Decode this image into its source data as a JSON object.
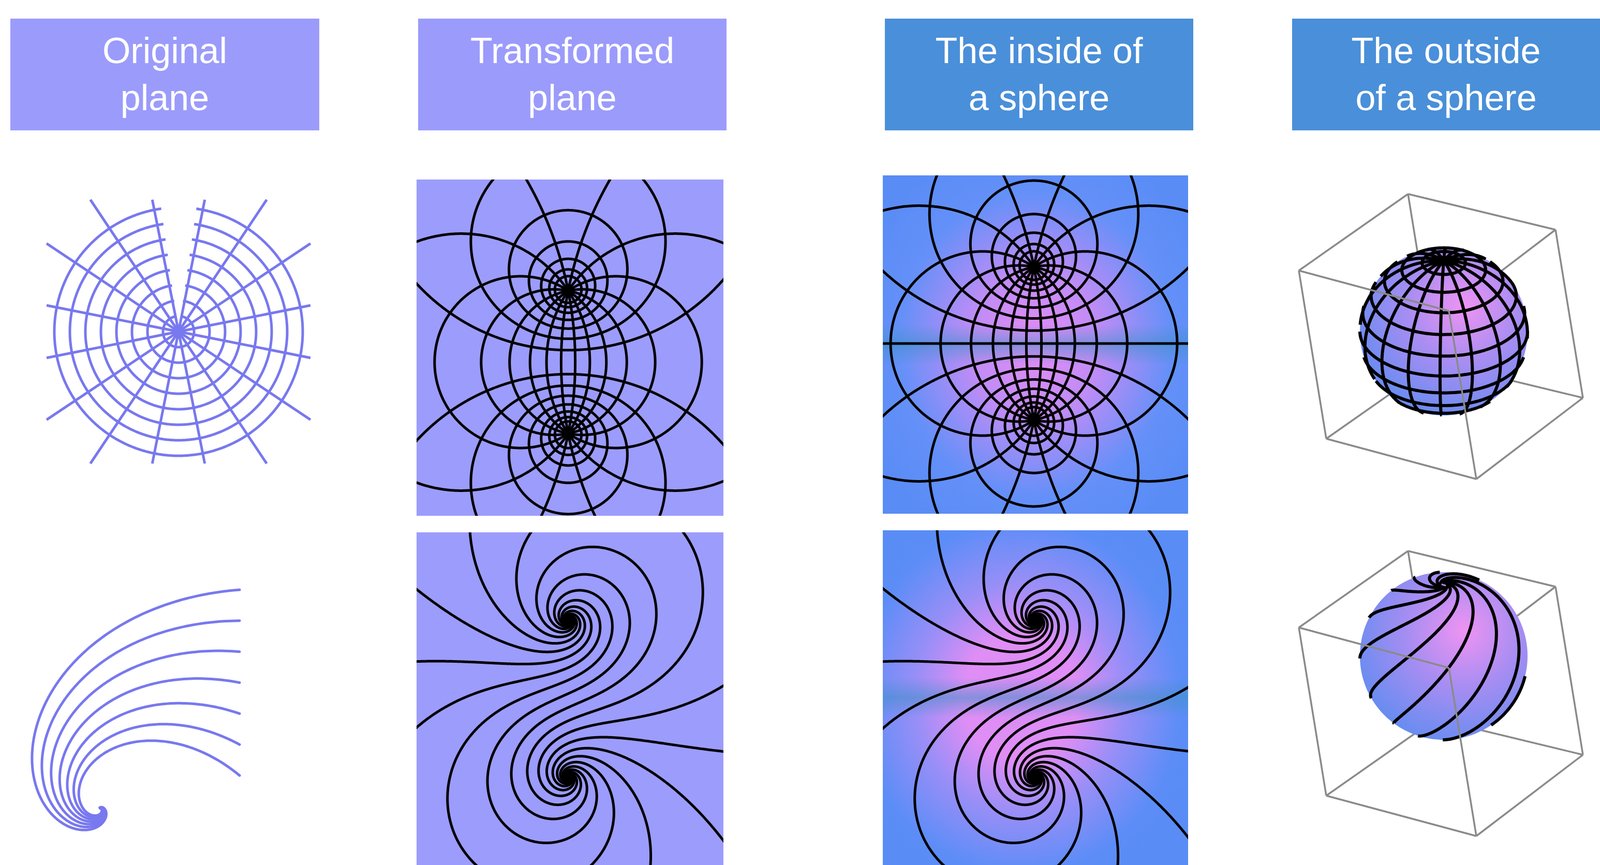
{
  "diagram": {
    "nodes": [
      {
        "text": [
          "Original plane"
        ]
      },
      {
        "text": [
          "Transformed plane"
        ]
      },
      {
        "text": [
          "The inside of a sphere"
        ]
      },
      {
        "text": [
          "The outside of a sphere"
        ]
      }
    ]
  }
}
